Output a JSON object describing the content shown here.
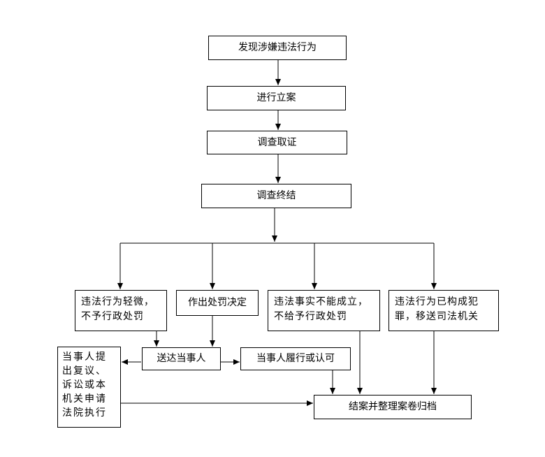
{
  "nodes": {
    "discover": "发现涉嫌违法行为",
    "register": "进行立案",
    "investigate": "调查取证",
    "conclude": "调查终结",
    "minor": "违法行为轻微，不予行政处罚",
    "decide": "作出处罚决定",
    "unproven": "违法事实不能成立，不给予行政处罚",
    "crime": "违法行为已构成犯罪，移送司法机关",
    "deliver": "送达当事人",
    "comply": "当事人履行或认可",
    "appeal": "当事人提出复议、诉讼或本机关申请法院执行",
    "close": "结案并整理案卷归档"
  },
  "colors": {
    "line": "#000000",
    "box_border": "#000000",
    "background": "#ffffff"
  }
}
